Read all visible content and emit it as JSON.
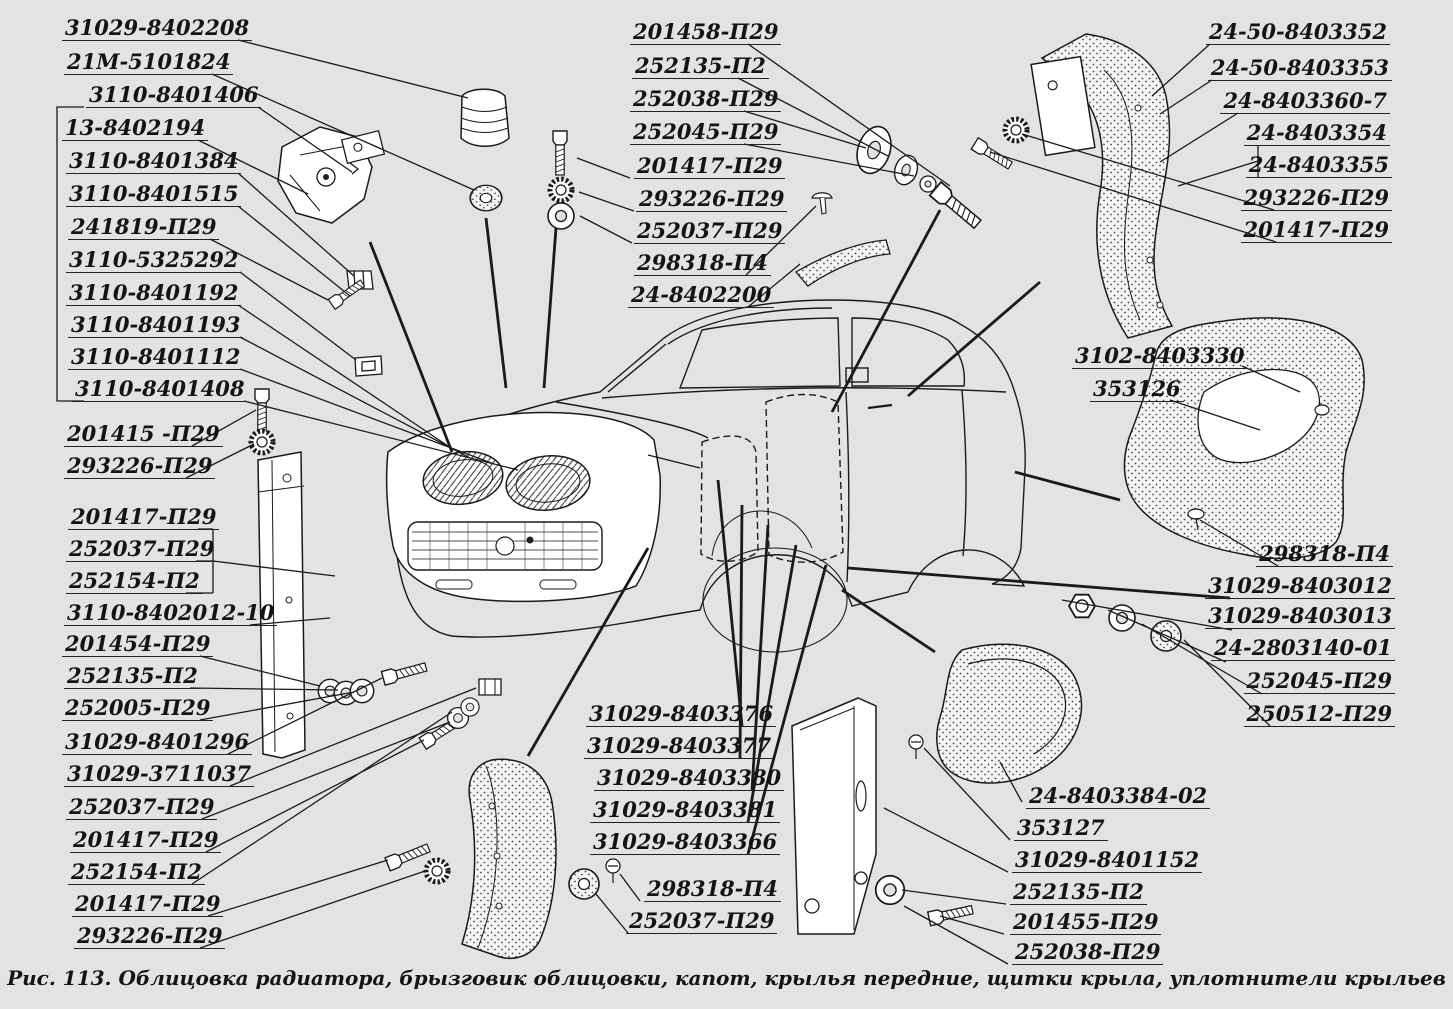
{
  "page": {
    "background": "#e3e3e1",
    "ink": "#1a1a1a"
  },
  "figure_caption": "Рис. 113. Облицовка радиатора, брызговик облицовки, капот, крылья передние, щитки крыла, уплотнители крыльев",
  "labels": {
    "top_left": [
      "31029-8402208",
      "21М-5101824",
      "3110-8401406",
      "13-8402194",
      "3110-8401384",
      "3110-8401515",
      "241819-П29",
      "3110-5325292",
      "3110-8401192",
      "3110-8401193",
      "3110-8401112",
      "3110-8401408"
    ],
    "left_middle": [
      "201415 -П29",
      "293226-П29"
    ],
    "left_bottom": [
      "201417-П29",
      "252037-П29",
      "252154-П2",
      "3110-8402012-10",
      "201454-П29",
      "252135-П2",
      "252005-П29",
      "31029-8401296",
      "31029-3711037",
      "252037-П29",
      "201417-П29",
      "252154-П2",
      "201417-П29",
      "293226-П29"
    ],
    "top_center": [
      "201458-П29",
      "252135-П2",
      "252038-П29",
      "252045-П29",
      "201417-П29",
      "293226-П29",
      "252037-П29",
      "298318-П4",
      "24-8402200"
    ],
    "top_right": [
      "24-50-8403352",
      "24-50-8403353",
      "24-8403360-7",
      "24-8403354",
      "24-8403355",
      "293226-П29",
      "201417-П29"
    ],
    "right_middle": [
      "3102-8403330",
      "353126"
    ],
    "right_lower": [
      "298318-П4",
      "31029-8403012",
      "31029-8403013",
      "24-2803140-01",
      "252045-П29",
      "250512-П29"
    ],
    "center_bottom": [
      "31029-8403376",
      "31029-8403377",
      "31029-8403380",
      "31029-8403381",
      "31029-8403366",
      "298318-П4",
      "252037-П29"
    ],
    "bottom_right": [
      "24-8403384-02",
      "353127",
      "31029-8401152",
      "252135-П2",
      "201455-П29",
      "252038-П29"
    ]
  }
}
